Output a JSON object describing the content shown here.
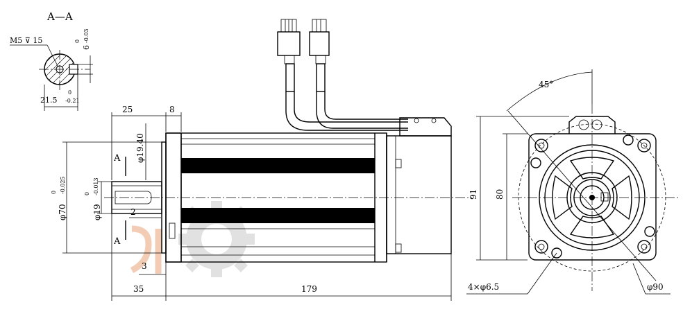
{
  "section": {
    "title": "A—A",
    "thread_label": "M5",
    "depth_symbol": "⊽",
    "depth_value": "15",
    "key_width": "6",
    "key_width_tol_upper": "0",
    "key_width_tol_lower": "-0.03",
    "key_depth": "21.5",
    "key_depth_tol_upper": "0",
    "key_depth_tol_lower": "-0.21"
  },
  "side_view": {
    "dim_25": "25",
    "dim_8": "8",
    "dim_19_40": "φ19.40",
    "section_mark_top": "A",
    "section_mark_bottom": "A",
    "dim_70": "φ70",
    "dim_70_tol_upper": "0",
    "dim_70_tol_lower": "-0.025",
    "dim_19": "φ19",
    "dim_19_tol_upper": "0",
    "dim_19_tol_lower": "-0.013",
    "dim_2": "2",
    "dim_3": "3",
    "dim_35": "35",
    "dim_179": "179"
  },
  "front_view": {
    "angle": "45°",
    "dim_91": "91",
    "dim_80": "80",
    "holes": "4×φ6.5",
    "dim_90": "φ90"
  },
  "colors": {
    "line": "#000000",
    "watermark": "#e8a37a",
    "watermark_gear": "#c9c9c9"
  }
}
